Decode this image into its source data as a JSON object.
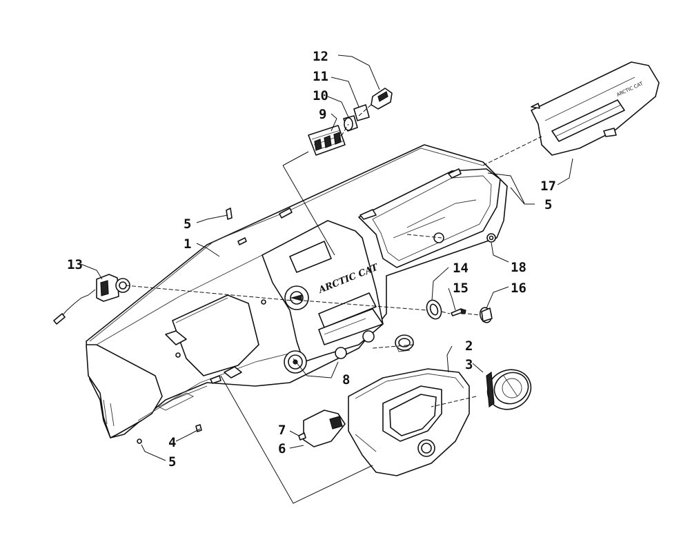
{
  "dash_emblem_text": "ARCTIC CAT",
  "glovebox_lid_emblem_text": "ARCTIC CAT",
  "callouts": {
    "c1": "1",
    "c2": "2",
    "c3": "3",
    "c4": "4",
    "c5a": "5",
    "c5b": "5",
    "c5c": "5",
    "c6": "6",
    "c7": "7",
    "c8": "8",
    "c9": "9",
    "c10": "10",
    "c11": "11",
    "c12": "12",
    "c13": "13",
    "c14": "14",
    "c15": "15",
    "c16": "16",
    "c17": "17",
    "c18": "18"
  }
}
